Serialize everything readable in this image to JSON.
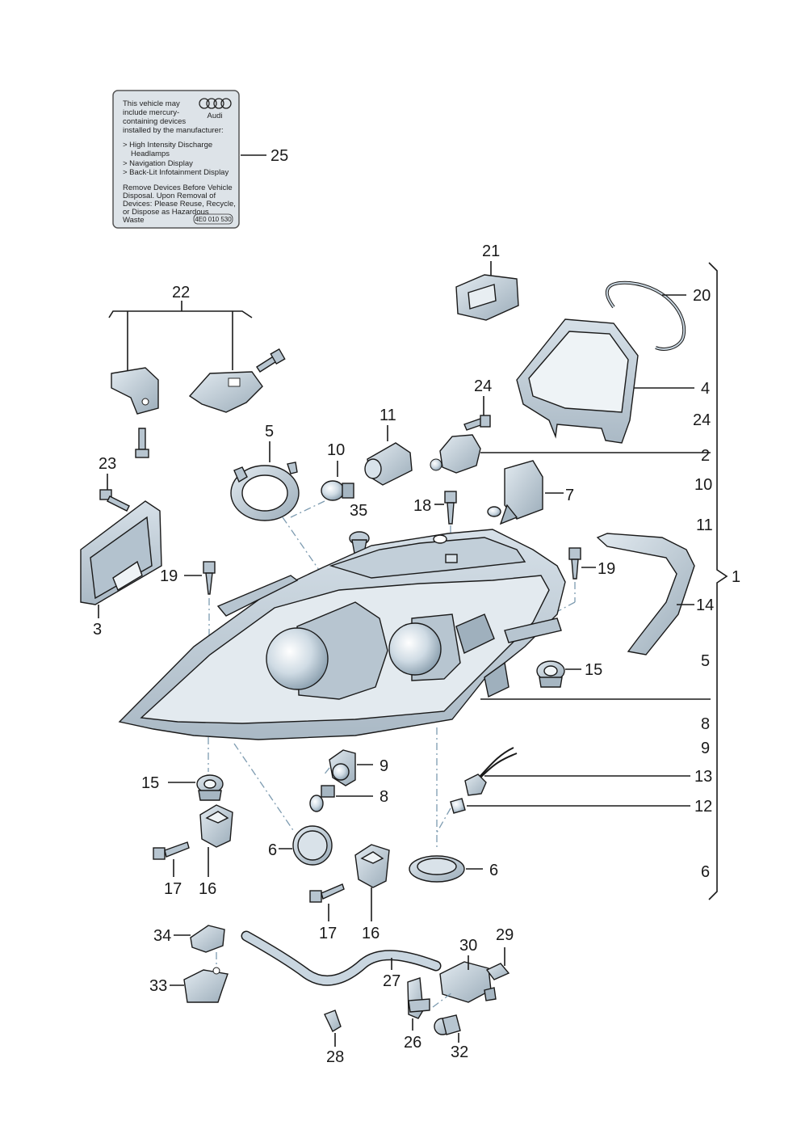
{
  "colors": {
    "part_fill": "#c9d6e0",
    "part_shade": "#9fb0bd",
    "label_fill": "#dde3e8",
    "line": "#1a1a1a",
    "chain_line": "#7d9bb0"
  },
  "warning_label": {
    "brand_icon": "four-rings-logo",
    "brand": "Audi",
    "lines": [
      "This vehicle may",
      "include mercury-",
      "containing devices",
      "installed by the manufacturer:",
      "> High Intensity Discharge",
      "Headlamps",
      "> Navigation Display",
      "> Back-Lit Infotainment Display",
      "Remove Devices Before Vehicle",
      "Disposal. Upon Removal of",
      "Devices: Please Reuse, Recycle,",
      "or Dispose as Hazardous",
      "Waste"
    ],
    "part_number": "4E0 010 530"
  },
  "callouts": {
    "n1": "1",
    "n2": "2",
    "n3": "3",
    "n4": "4",
    "n5a": "5",
    "n5b": "5",
    "n6a": "6",
    "n6b": "6",
    "n6c": "6",
    "n7": "7",
    "n8a": "8",
    "n8b": "8",
    "n9a": "9",
    "n9b": "9",
    "n10a": "10",
    "n10b": "10",
    "n11a": "11",
    "n11b": "11",
    "n12": "12",
    "n13": "13",
    "n14": "14",
    "n15a": "15",
    "n15b": "15",
    "n16a": "16",
    "n16b": "16",
    "n17a": "17",
    "n17b": "17",
    "n18": "18",
    "n19a": "19",
    "n19b": "19",
    "n20": "20",
    "n21": "21",
    "n22": "22",
    "n23": "23",
    "n24a": "24",
    "n24b": "24",
    "n25": "25",
    "n26": "26",
    "n27": "27",
    "n28": "28",
    "n29": "29",
    "n30": "30",
    "n32": "32",
    "n33": "33",
    "n34": "34",
    "n35": "35"
  }
}
